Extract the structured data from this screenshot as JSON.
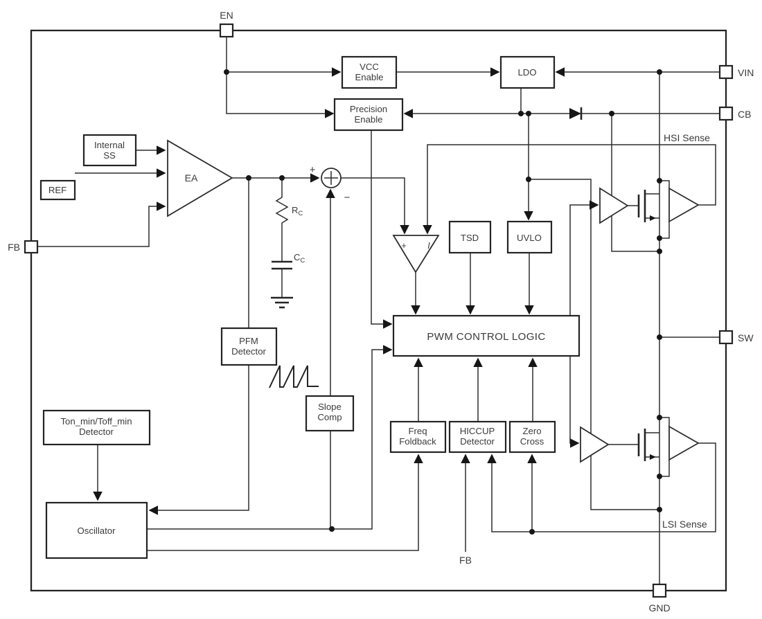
{
  "pins": {
    "en": "EN",
    "vin": "VIN",
    "cb": "CB",
    "sw": "SW",
    "gnd": "GND",
    "fb": "FB",
    "fb_inner": "FB"
  },
  "blocks": {
    "vcc_enable": {
      "lines": [
        "VCC",
        "Enable"
      ]
    },
    "precision_enable": {
      "lines": [
        "Precision",
        "Enable"
      ]
    },
    "ldo": {
      "lines": [
        "LDO"
      ]
    },
    "internal_ss": {
      "lines": [
        "Internal",
        "SS"
      ]
    },
    "ref": {
      "lines": [
        "REF"
      ]
    },
    "tsd": {
      "lines": [
        "TSD"
      ]
    },
    "uvlo": {
      "lines": [
        "UVLO"
      ]
    },
    "pwm_control_logic": {
      "lines": [
        "PWM CONTROL LOGIC"
      ]
    },
    "pfm_detector": {
      "lines": [
        "PFM",
        "Detector"
      ]
    },
    "slope_comp": {
      "lines": [
        "Slope",
        "Comp"
      ]
    },
    "freq_foldback": {
      "lines": [
        "Freq",
        "Foldback"
      ]
    },
    "hiccup_detector": {
      "lines": [
        "HICCUP",
        "Detector"
      ]
    },
    "zero_cross": {
      "lines": [
        "Zero",
        "Cross"
      ]
    },
    "ton_toff_detector": {
      "lines": [
        "Ton_min/Toff_min",
        "Detector"
      ]
    },
    "oscillator": {
      "lines": [
        "Oscillator"
      ]
    }
  },
  "labels": {
    "ea": "EA",
    "hsi_sense": "HSI Sense",
    "lsi_sense": "LSI Sense",
    "sum_plus": "+",
    "sum_minus": "−",
    "comp_plus": "+",
    "comp_current": "I",
    "rc_main": "R",
    "rc_sub": "C",
    "cc_main": "C",
    "cc_sub": "C"
  },
  "colors": {
    "line": "#2d2d2d",
    "text": "#3a3a3a",
    "background": "#ffffff"
  }
}
